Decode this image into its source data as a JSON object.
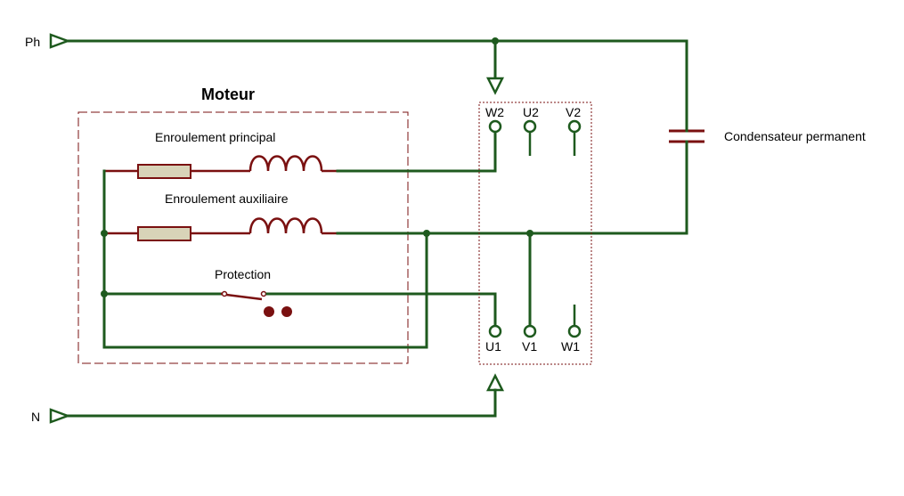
{
  "labels": {
    "phase": "Ph",
    "neutral": "N",
    "motor_title": "Moteur",
    "main_winding": "Enroulement principal",
    "aux_winding": "Enroulement auxiliaire",
    "protection": "Protection",
    "capacitor": "Condensateur permanent"
  },
  "terminals": {
    "top": [
      "W2",
      "U2",
      "V2"
    ],
    "bottom": [
      "U1",
      "V1",
      "W1"
    ]
  },
  "colors": {
    "wire": "#1e5a1e",
    "component": "#7a1010",
    "resistor_fill": "#d8d3b8"
  }
}
